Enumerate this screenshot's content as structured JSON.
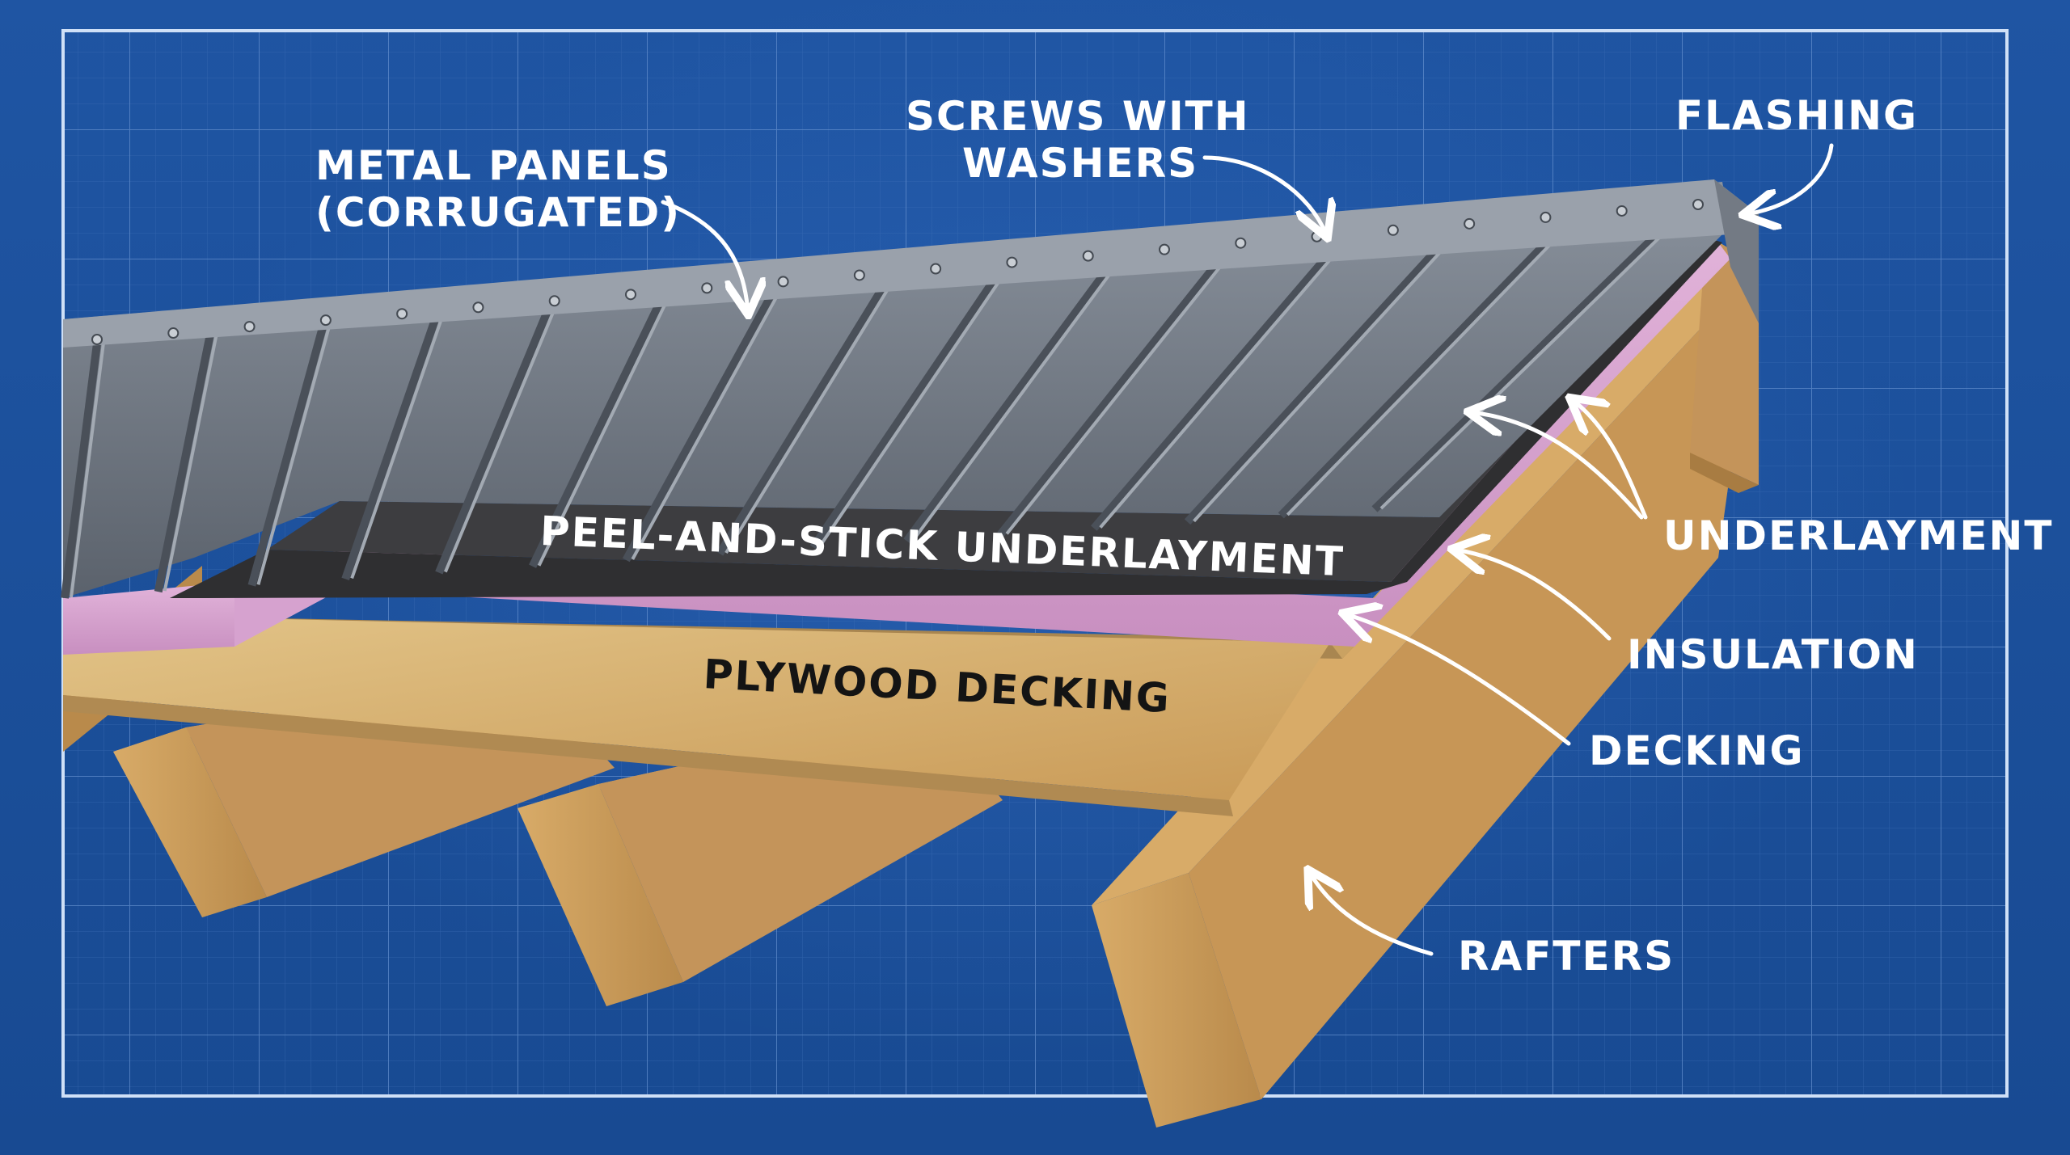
{
  "labels": {
    "metal_panels_line1": "METAL PANELS",
    "metal_panels_line2": "(CORRUGATED)",
    "screws_line1": "SCREWS WITH",
    "screws_line2": "WASHERS",
    "flashing": "FLASHING",
    "underlayment": "UNDERLAYMENT",
    "insulation": "INSULATION",
    "decking": "DECKING",
    "rafters": "RAFTERS",
    "peel_and_stick": "PEEL-AND-STICK UNDERLAYMENT",
    "plywood_decking": "PLYWOOD DECKING"
  },
  "colors": {
    "blueprint_bg": "#1c4e96",
    "grid_line": "#4f7fc4",
    "metal": "#6f7784",
    "metal_dark": "#4d535c",
    "underlayment": "#3a3a3c",
    "insulation": "#d7a3cf",
    "plywood": "#d9b97a",
    "rafter": "#c99a57",
    "label": "#ffffff"
  }
}
